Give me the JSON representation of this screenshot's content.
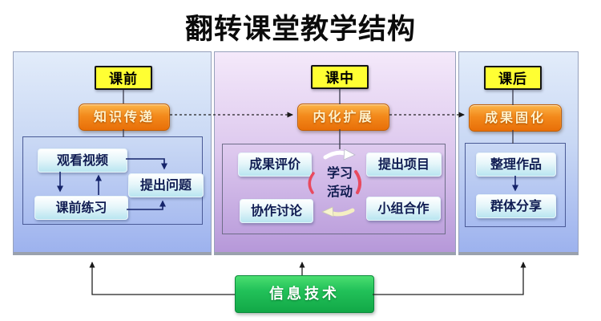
{
  "title": "翻转课堂教学结构",
  "columns": [
    {
      "id": "pre-class",
      "phase": "课前",
      "process": "知识传递",
      "items": [
        "观看视频",
        "课前练习",
        "提出问题"
      ]
    },
    {
      "id": "in-class",
      "phase": "课中",
      "process": "内化扩展",
      "items": [
        "成果评价",
        "协作讨论",
        "提出项目",
        "小组合作"
      ],
      "center": {
        "line1": "学习",
        "line2": "活动"
      }
    },
    {
      "id": "after-class",
      "phase": "课后",
      "process": "成果固化",
      "items": [
        "整理作品",
        "群体分享"
      ]
    }
  ],
  "bottom": {
    "label": "信息技术"
  },
  "colors": {
    "phase_bg": "#ffff33",
    "process_orange": "#f3891b",
    "node_cyan": "#b9e5f0",
    "node_text": "#101c52",
    "panel_blue": "#9db2ee",
    "panel_purple": "#b698d9",
    "infotech_green": "#22c159",
    "cycle_red": "#e84a5f"
  }
}
